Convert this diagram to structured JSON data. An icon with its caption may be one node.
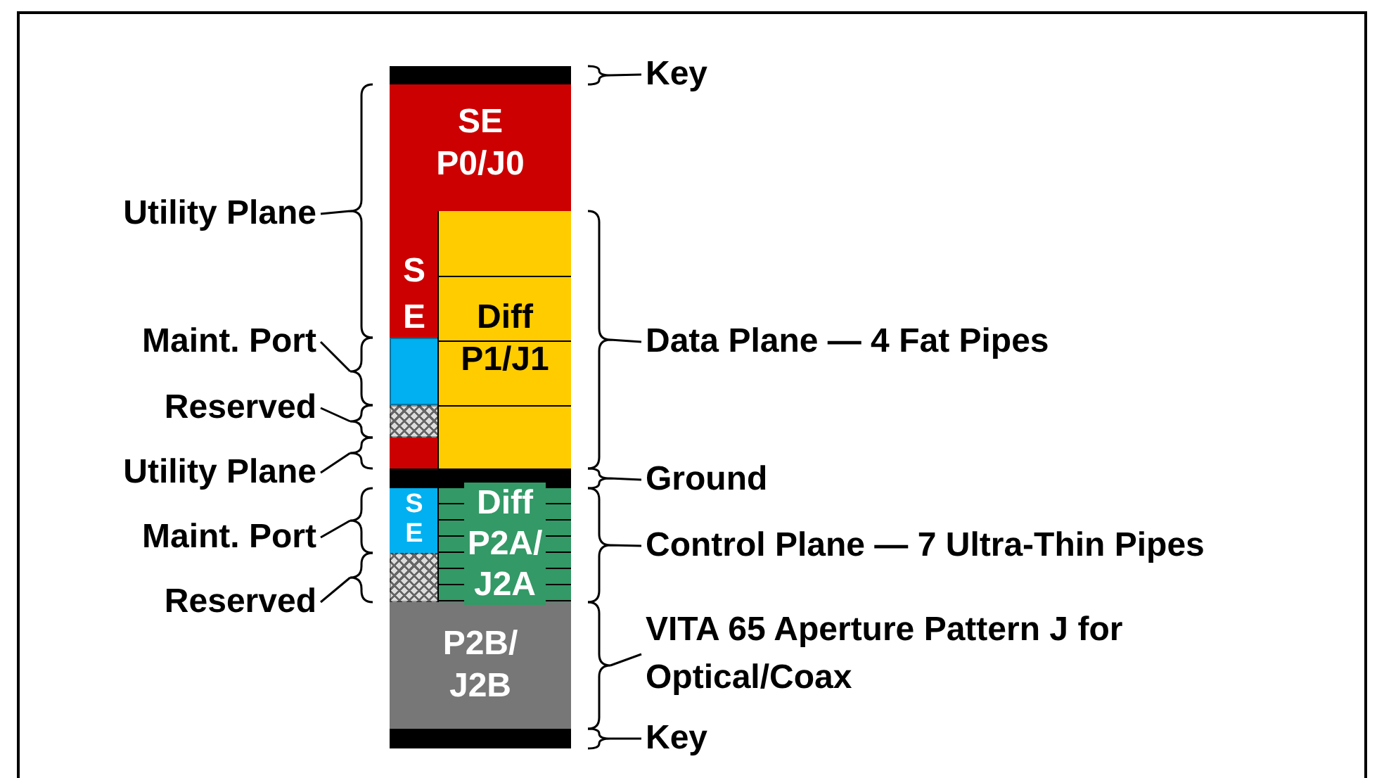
{
  "diagram": {
    "nodes": [
      {
        "text": [],
        "shape": "bar"
      },
      {
        "text": [
          "SE P0/J0"
        ]
      },
      {
        "text": [
          "SE"
        ]
      },
      {
        "text": [],
        "shape": "box",
        "in": 2
      },
      {
        "text": [],
        "shape": "box",
        "in": 2
      },
      {
        "text": [
          "Diff P1/J1"
        ]
      },
      {
        "text": [],
        "shape": "bar"
      },
      {
        "text": [
          "SE"
        ]
      },
      {
        "text": [],
        "shape": "box"
      },
      {
        "text": [
          "Diff P2A/ J2A"
        ]
      },
      {
        "text": [
          "P2B/ J2B"
        ]
      },
      {
        "text": [],
        "shape": "bar"
      }
    ],
    "labels": [
      "Key",
      "Utility Plane",
      "Maint. Port",
      "Data Plane — 4 Fat Pipes",
      "Reserved",
      "Utility Plane",
      "Ground",
      "Maint. Port",
      "Control Plane — 7 Ultra-Thin Pipes",
      "Reserved",
      "VITA 65 Aperture Pattern J for Optical/Coax",
      "Key"
    ]
  }
}
